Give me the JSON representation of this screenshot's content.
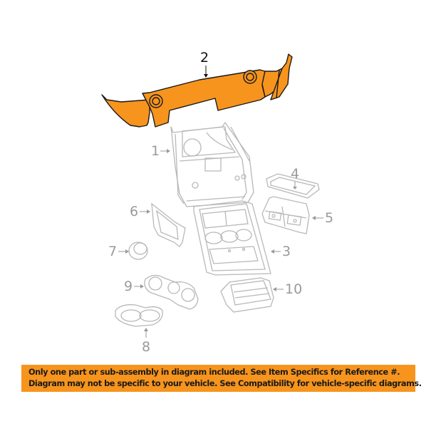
{
  "diagram": {
    "highlighted_part": "2",
    "highlight_color": "#f7941d",
    "line_color": "#b5b5b5",
    "callouts": [
      {
        "number": "1",
        "part": "console-base"
      },
      {
        "number": "2",
        "part": "console-trim-panel",
        "highlighted": true
      },
      {
        "number": "3",
        "part": "center-bezel"
      },
      {
        "number": "4",
        "part": "storage-tray"
      },
      {
        "number": "5",
        "part": "switch-panel"
      },
      {
        "number": "6",
        "part": "side-trim-bezel"
      },
      {
        "number": "7",
        "part": "knob"
      },
      {
        "number": "8",
        "part": "cup-holder"
      },
      {
        "number": "9",
        "part": "control-knob-bezel"
      },
      {
        "number": "10",
        "part": "storage-bin"
      }
    ]
  },
  "banner": {
    "line1": "Only one part or sub-assembly in diagram included. See Item Specifics for Reference #.",
    "line2": "Diagram may not be specific to your vehicle. See Compatibility for vehicle-specific diagrams.",
    "background": "#f7941d"
  }
}
